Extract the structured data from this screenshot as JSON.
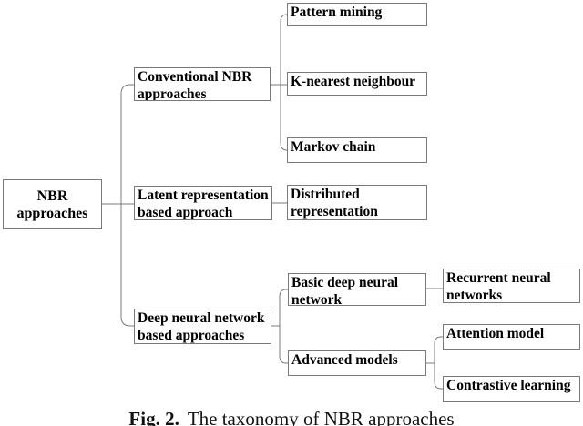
{
  "diagram": {
    "root": {
      "label": "NBR approaches"
    },
    "branches": [
      {
        "label": "Conventional NBR approaches",
        "children": [
          {
            "label": "Pattern mining"
          },
          {
            "label": "K-nearest neighbour"
          },
          {
            "label": "Markov chain"
          }
        ]
      },
      {
        "label": "Latent representation based approach",
        "children": [
          {
            "label": "Distributed representation"
          }
        ]
      },
      {
        "label": "Deep neural network based approaches",
        "children": [
          {
            "label": "Basic deep neural network",
            "children": [
              {
                "label": "Recurrent neural networks"
              }
            ]
          },
          {
            "label": "Advanced models",
            "children": [
              {
                "label": "Attention model"
              },
              {
                "label": "Contrastive learning"
              }
            ]
          }
        ]
      }
    ]
  },
  "caption": {
    "prefix": "Fig. 2.",
    "text": "The taxonomy of NBR approaches"
  },
  "colors": {
    "box_border": "#7a7a7a",
    "connector_line": "#7a7a7a",
    "text": "#000000",
    "background": "#ffffff"
  }
}
